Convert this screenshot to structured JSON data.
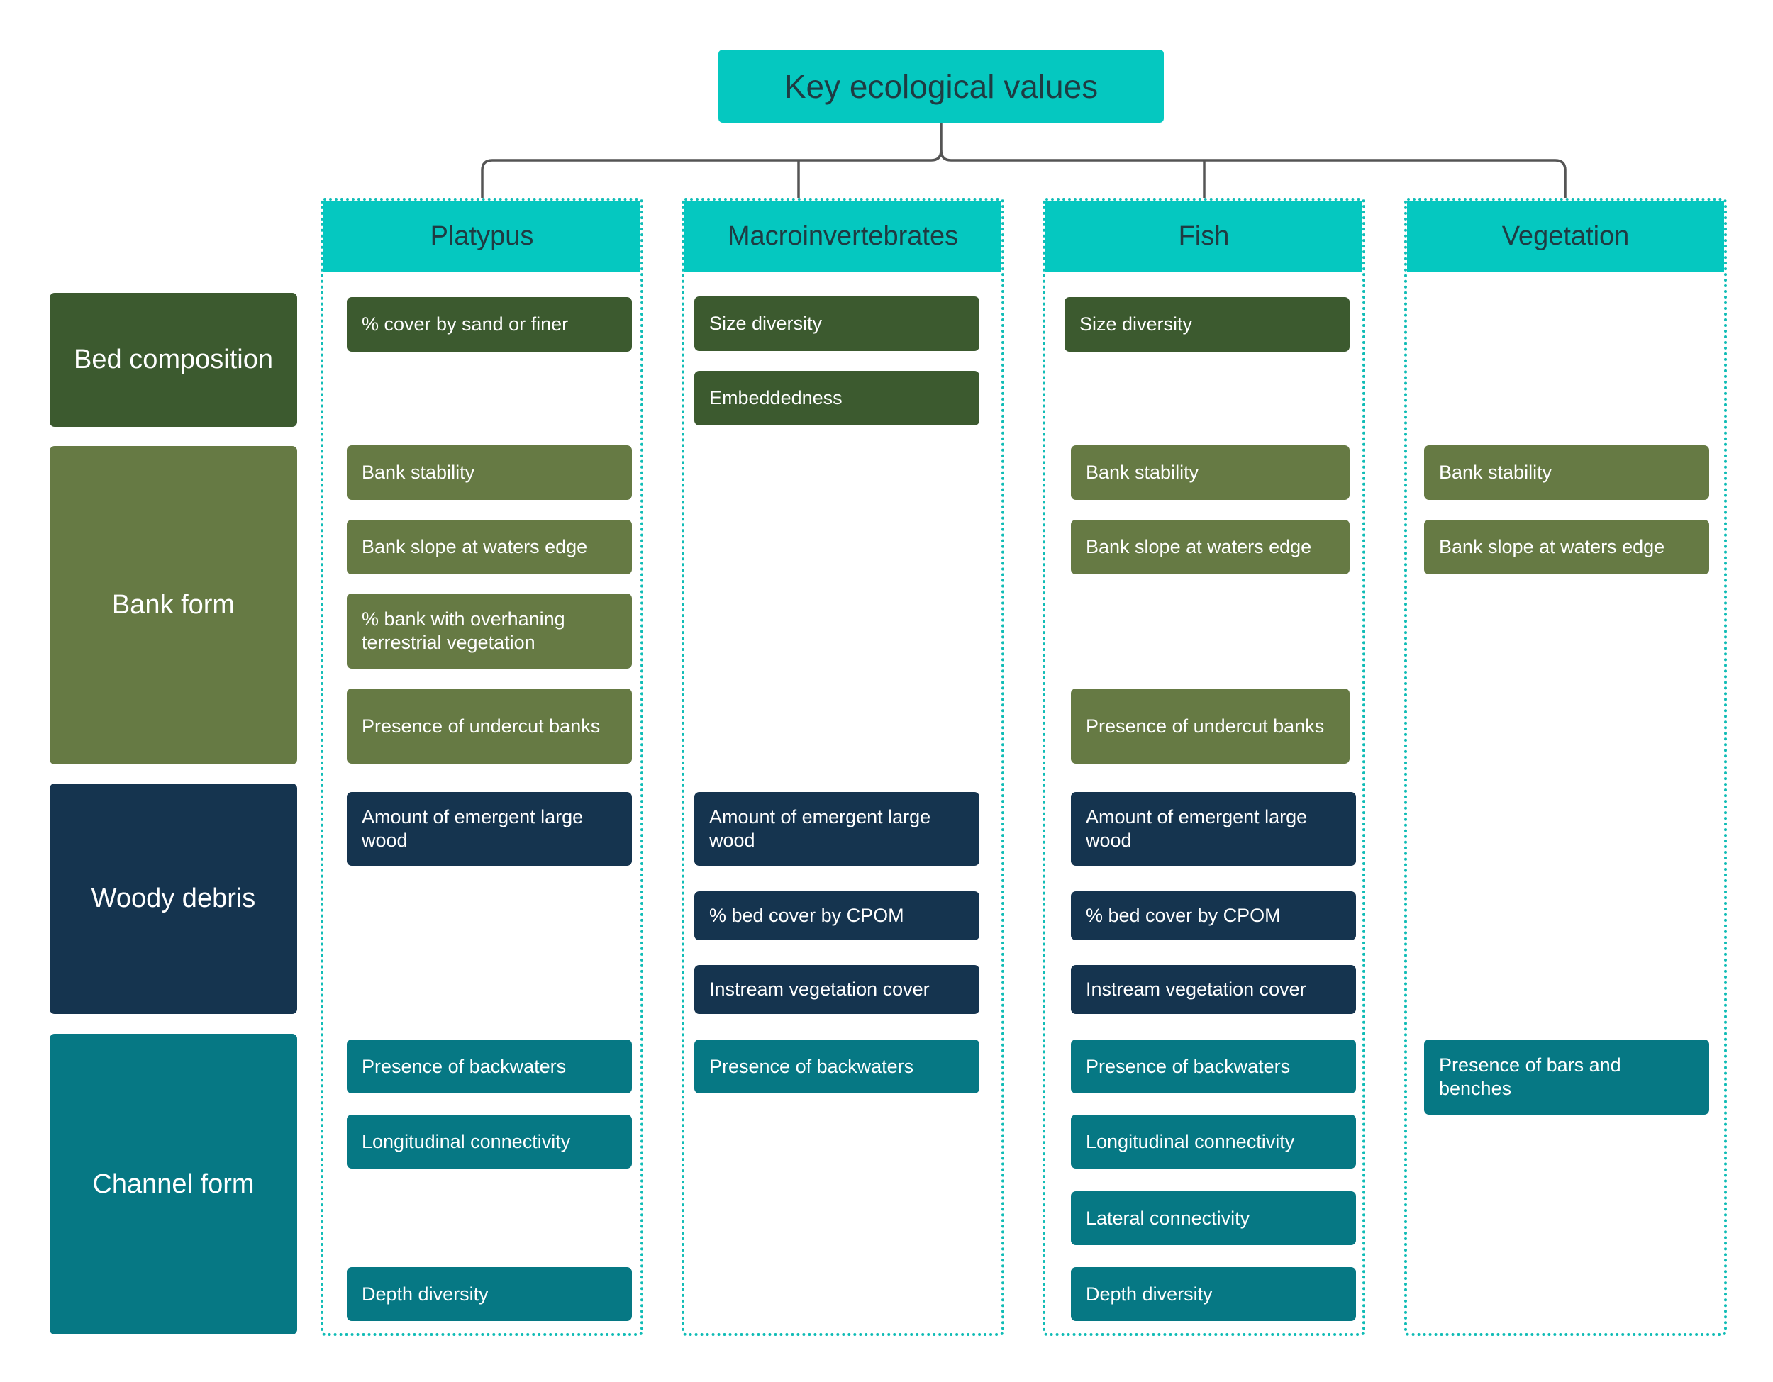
{
  "title": "Key ecological values",
  "categories": [
    {
      "label": "Bed composition"
    },
    {
      "label": "Bank form"
    },
    {
      "label": "Woody debris"
    },
    {
      "label": "Channel form"
    }
  ],
  "colors": {
    "header": "#05c8c0",
    "bed_composition": "#3c5a2f",
    "bank_form": "#667a44",
    "woody_debris": "#15344f",
    "channel_form": "#067884"
  },
  "columns": [
    {
      "title": "Platypus",
      "items": [
        "% cover by sand or finer",
        "Bank stability",
        "Bank slope at waters edge",
        "% bank with overhaning terrestrial vegetation",
        "Presence of undercut banks",
        "Amount of emergent large wood",
        "Presence of backwaters",
        "Longitudinal connectivity",
        "Depth diversity"
      ]
    },
    {
      "title": "Macroinvertebrates",
      "items": [
        "Size diversity",
        "Embeddedness",
        "Amount of emergent large wood",
        "% bed cover by CPOM",
        "Instream vegetation cover",
        "Presence of backwaters"
      ]
    },
    {
      "title": "Fish",
      "items": [
        "Size diversity",
        "Bank stability",
        "Bank slope at waters edge",
        "Presence of undercut banks",
        "Amount of emergent large wood",
        "% bed cover by CPOM",
        "Instream vegetation cover",
        "Presence of backwaters",
        "Longitudinal connectivity",
        "Lateral connectivity",
        "Depth diversity"
      ]
    },
    {
      "title": "Vegetation",
      "items": [
        "Bank stability",
        "Bank slope at waters edge",
        "Presence of bars and benches"
      ]
    }
  ]
}
